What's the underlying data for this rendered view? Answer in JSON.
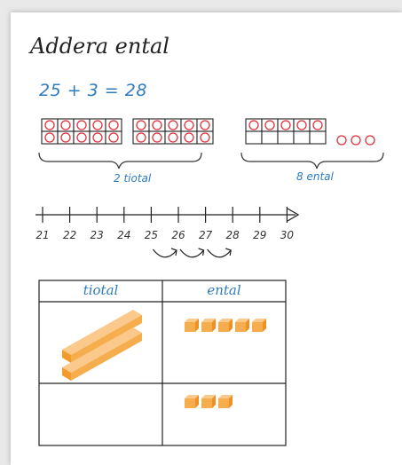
{
  "page": {
    "title": "Addera ental",
    "equation": "25 + 3 = 28"
  },
  "grouping": {
    "tens_label": "2 tiotal",
    "ones_label": "8 ental",
    "tens_frames": 2,
    "ones_frame_filled": 5,
    "extra_circles": 3
  },
  "number_line": {
    "ticks": [
      "21",
      "22",
      "23",
      "24",
      "25",
      "26",
      "27",
      "28",
      "29",
      "30"
    ],
    "jumps_from": 25,
    "jumps_to": 28
  },
  "place_value_table": {
    "headers": [
      "tiotal",
      "ental"
    ],
    "rows": [
      {
        "tens_rods": 2,
        "ones_cubes": 5
      },
      {
        "tens_rods": 0,
        "ones_cubes": 3
      }
    ]
  },
  "colors": {
    "accent_blue": "#2e7bbf",
    "circle_red": "#e0303a",
    "block_orange": "#f4a43c"
  }
}
